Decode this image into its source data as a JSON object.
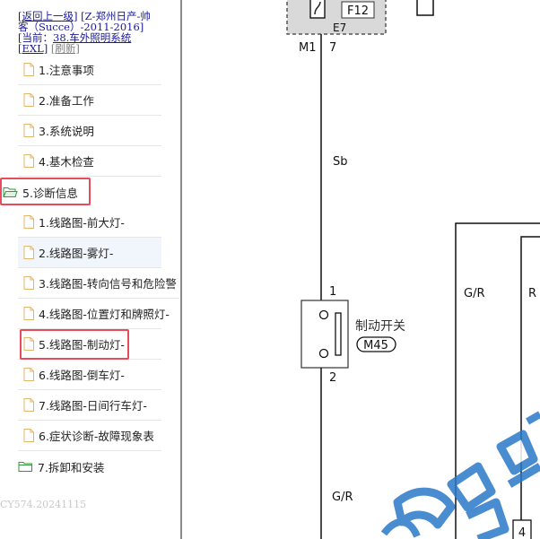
{
  "header": {
    "back_link": "[返回上一级]",
    "model_line1": "[Z-郑州日产-帅",
    "model_line2": "客（Succe）-2011-2016]",
    "current_prefix": "[当前：",
    "current_system": "38.车外照明系统",
    "exl_link": "[EXL]",
    "refresh_link": "[刷新]"
  },
  "tree": {
    "items": [
      {
        "label": "1.注意事项"
      },
      {
        "label": "2.准备工作"
      },
      {
        "label": "3.系统说明"
      },
      {
        "label": "4.基木检查"
      }
    ],
    "diag_folder": {
      "label": "5.诊断信息"
    },
    "diag_children": [
      {
        "label": "1.线路图-前大灯-"
      },
      {
        "label": "2.线路图-雾灯-"
      },
      {
        "label": "3.线路图-转向信号和危险警"
      },
      {
        "label": "4.线路图-位置灯和牌照灯-"
      },
      {
        "label": "5.线路图-制动灯-"
      },
      {
        "label": "6.线路图-倒车灯-"
      },
      {
        "label": "7.线路图-日间行车灯-"
      },
      {
        "label": "6.症状诊断-故障现象表"
      }
    ],
    "disassembly_folder": {
      "label": "7.拆卸和安装"
    }
  },
  "watermark_code": "CY574.20241115",
  "diagram": {
    "fuse_label": "F12",
    "connector_e7": "E7",
    "connector_m1": "M1",
    "pin_top": "7",
    "wire_sb": "Sb",
    "switch_pin1": "1",
    "switch_pin2": "2",
    "switch_name": "制动开关",
    "switch_code": "M45",
    "wire_gr_left": "G/R",
    "wire_gr_bottom": "G/R",
    "wire_r": "R",
    "bottom_pin": "4"
  },
  "colors": {
    "link": "#1a1a9a",
    "highlight_box": "#e84b5b",
    "doc_icon": "#e8b468",
    "folder_icon": "#2e9a3a",
    "selected_row": "#f1f6fc",
    "watermark": "#2a78c8"
  }
}
